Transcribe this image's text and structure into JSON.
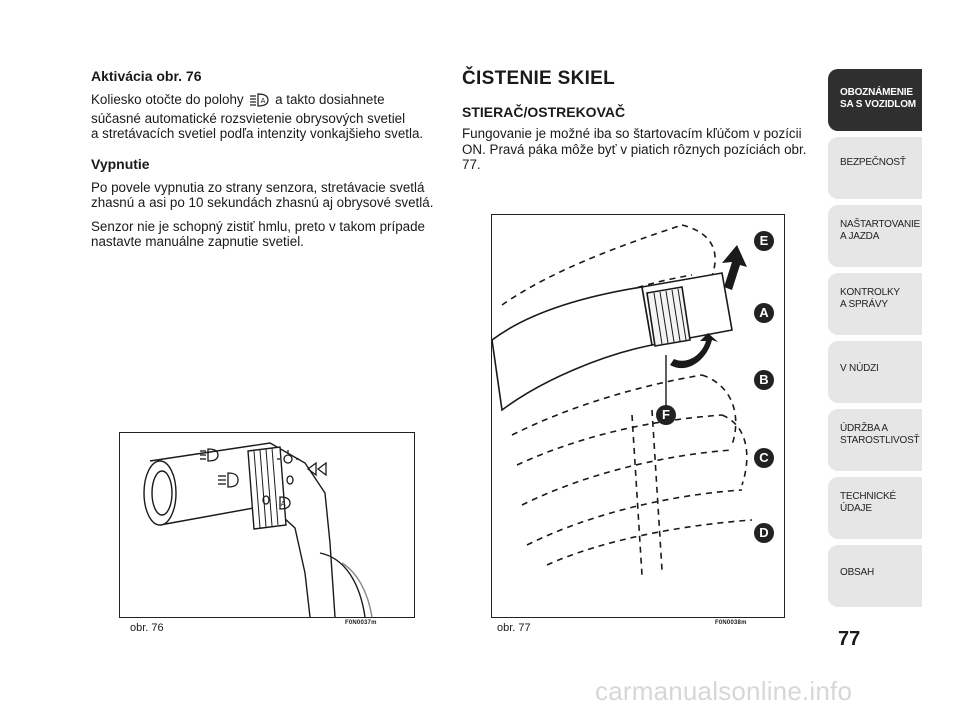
{
  "left_column": {
    "heading_activation": "Aktivácia obr. 76",
    "activation_text_before_icon": "Koliesko otočte do polohy",
    "activation_text_after_icon": "a takto dosiahnete",
    "activation_line2": "súčasné automatické rozsvietenie obrysových svetiel",
    "activation_line3": "a stretávacích svetiel podľa intenzity vonkajšieho svetla.",
    "heading_off": "Vypnutie",
    "off_text": "Po povele vypnutia zo strany senzora, stretávacie svetlá zhasnú a asi po 10 sekundách zhasnú aj obrysové svetlá.",
    "sensor_text": "Senzor nie je schopný zistiť hmlu, preto v takom prípade nastavte manuálne zapnutie svetiel."
  },
  "right_column": {
    "heading": "ČISTENIE SKIEL",
    "subheading": "STIERAČ/OSTREKOVAČ",
    "text": "Fungovanie je možné iba so štartovacím kľúčom v pozícii ON. Pravá páka môže byť v piatich rôznych pozíciách obr. 77."
  },
  "figures": {
    "fig76": {
      "caption": "obr. 76",
      "code": "F0N0037m",
      "icon": "auto-light-icon"
    },
    "fig77": {
      "caption": "obr. 77",
      "code": "F0N0038m",
      "positions": [
        "E",
        "A",
        "B",
        "F",
        "C",
        "D"
      ]
    }
  },
  "sidebar": {
    "tabs": [
      {
        "line1": "OBOZNÁMENIE",
        "line2": "SA S VOZIDLOM",
        "active": true
      },
      {
        "line1": "BEZPEČNOSŤ",
        "line2": ""
      },
      {
        "line1": "NAŠTARTOVANIE",
        "line2": "A JAZDA"
      },
      {
        "line1": "KONTROLKY",
        "line2": "A SPRÁVY"
      },
      {
        "line1": "V NÚDZI",
        "line2": ""
      },
      {
        "line1": "ÚDRŽBA A",
        "line2": "STAROSTLIVOSŤ"
      },
      {
        "line1": "TECHNICKÉ",
        "line2": "ÚDAJE"
      },
      {
        "line1": "OBSAH",
        "line2": ""
      }
    ]
  },
  "page_number": "77",
  "watermark": "carmanualsonline.info"
}
